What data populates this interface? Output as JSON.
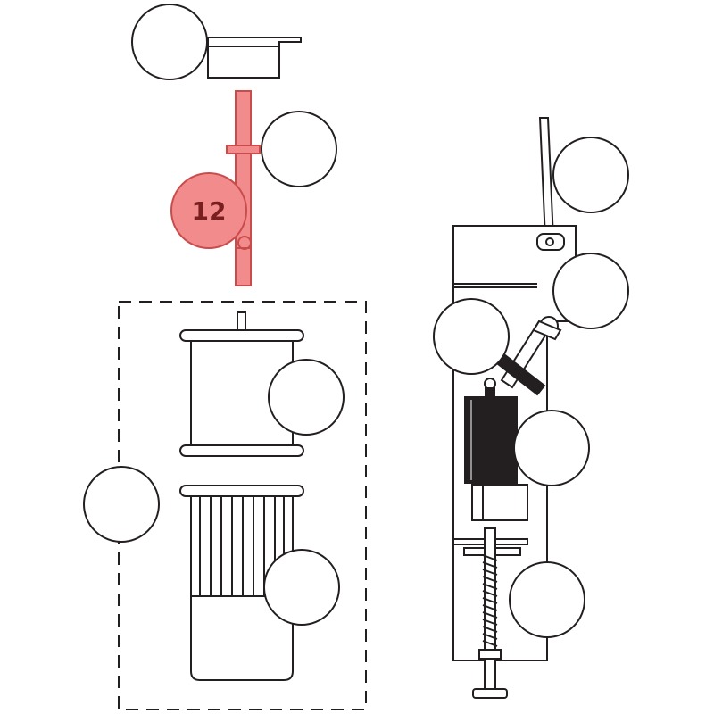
{
  "colors": {
    "line": "#231f20",
    "highlight_fill": "#f28b8b",
    "highlight_stroke": "#c94c4c",
    "label_text": "#7a1f1f",
    "dark_part": "#231f20"
  },
  "callouts": [
    {
      "id": "12",
      "label": "12",
      "active": true
    },
    {
      "id": "c1",
      "label": "",
      "active": false
    },
    {
      "id": "c2",
      "label": "",
      "active": false
    },
    {
      "id": "c3",
      "label": "",
      "active": false
    },
    {
      "id": "c4",
      "label": "",
      "active": false
    },
    {
      "id": "c5",
      "label": "",
      "active": false
    },
    {
      "id": "c6",
      "label": "",
      "active": false
    },
    {
      "id": "c7",
      "label": "",
      "active": false
    },
    {
      "id": "c8",
      "label": "",
      "active": false
    },
    {
      "id": "c9",
      "label": "",
      "active": false
    },
    {
      "id": "c10",
      "label": "",
      "active": false
    },
    {
      "id": "c11",
      "label": "",
      "active": false
    }
  ]
}
